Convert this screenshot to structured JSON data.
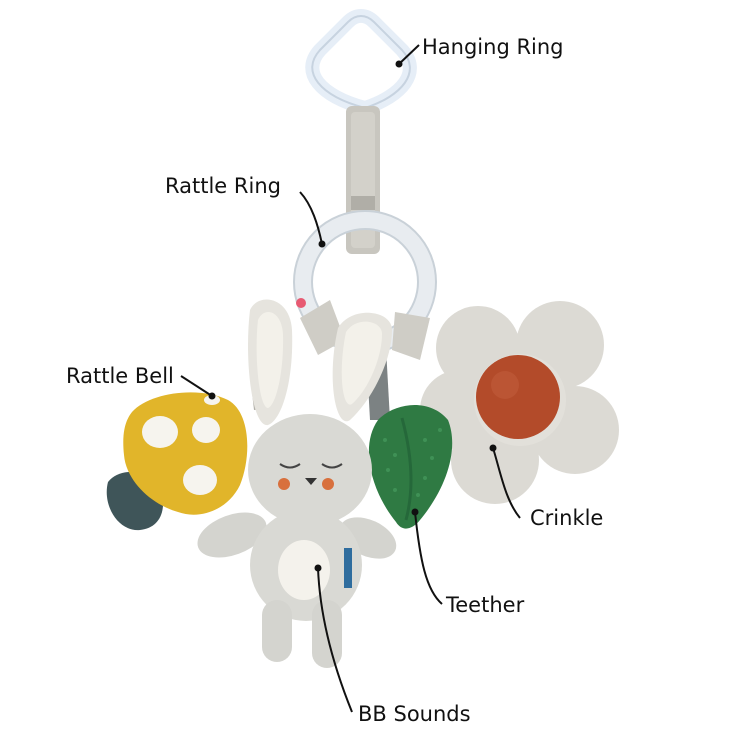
{
  "labels": {
    "hanging_ring": "Hanging Ring",
    "rattle_ring": "Rattle Ring",
    "rattle_bell": "Rattle Bell",
    "crinkle": "Crinkle",
    "teether": "Teether",
    "bb_sounds": "BB Sounds"
  },
  "colors": {
    "background": "#ffffff",
    "plush_gray": "#d9d9d4",
    "strap_gray": "#c8c6bf",
    "mushroom_yellow": "#e1b52a",
    "mushroom_stem": "#3f5559",
    "teether_green": "#2f7a43",
    "flower_center": "#b34b2a",
    "ear_inner": "#f3f1ea",
    "callout_line": "#111111"
  }
}
